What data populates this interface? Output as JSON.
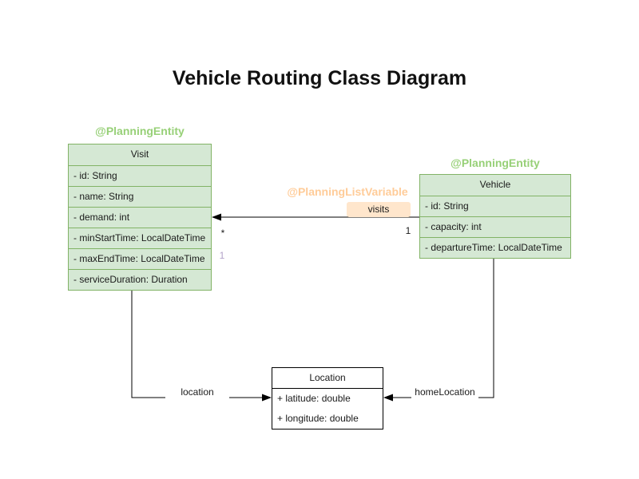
{
  "title": "Vehicle Routing Class Diagram",
  "colors": {
    "class_fill": "#d5e8d4",
    "class_border": "#82b366",
    "annotation_green": "#97d077",
    "annotation_orange": "#ffcc99",
    "visits_label_bg": "#ffe6cc",
    "multiplicity_purple": "#b3a2c9",
    "edge_color": "#000000",
    "plain_class_border": "#000000"
  },
  "classes": {
    "visit": {
      "annotation": "@PlanningEntity",
      "name": "Visit",
      "attributes": [
        "- id: String",
        "- name: String",
        "- demand: int",
        "- minStartTime: LocalDateTime",
        "- maxEndTime: LocalDateTime",
        "- serviceDuration: Duration"
      ]
    },
    "vehicle": {
      "annotation": "@PlanningEntity",
      "name": "Vehicle",
      "attributes": [
        "- id: String",
        "- capacity: int",
        "- departureTime: LocalDateTime"
      ]
    },
    "location": {
      "name": "Location",
      "attributes": [
        "+ latitude: double",
        "+ longitude: double"
      ]
    }
  },
  "relations": {
    "visits": {
      "annotation": "@PlanningListVariable",
      "label": "visits",
      "vehicle_end_multiplicity": "1",
      "visit_end_multiplicity": "*",
      "visit_end_secondary": "1"
    },
    "location": {
      "label": "location"
    },
    "home_location": {
      "label": "homeLocation"
    }
  }
}
